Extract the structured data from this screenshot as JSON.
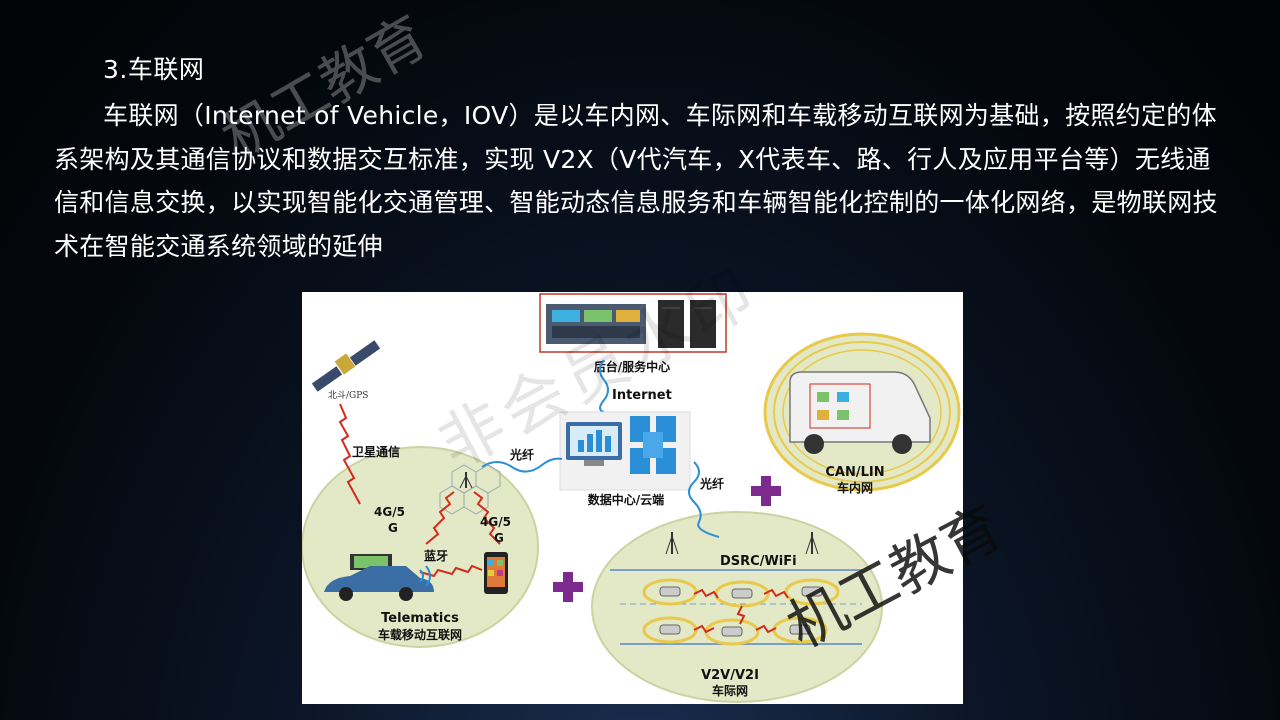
{
  "slide": {
    "heading": "3.车联网",
    "paragraph": "车联网（Internet of Vehicle，IOV）是以车内网、车际网和车载移动互联网为基础，按照约定的体系架构及其通信协议和数据交互标准，实现 V2X（V代汽车，X代表车、路、行人及应用平台等）无线通信和信息交换，以实现智能化交通管理、智能动态信息服务和车辆智能化控制的一体化网络，是物联网技术在智能交通系统领域的延伸"
  },
  "watermarks": {
    "top": "机工教育",
    "middle": "非会员水印",
    "bottom": "机工教育"
  },
  "diagram": {
    "backend_label": "后台/服务中心",
    "internet_label": "Internet",
    "datacenter_label": "数据中心/云端",
    "fiber_left_label": "光纤",
    "fiber_right_label": "光纤",
    "satellite_label": "北斗/GPS",
    "satellite_comm_label": "卫星通信",
    "cellular_left_label": "4G/5\nG",
    "cellular_right_label": "4G/5\nG",
    "bluetooth_label": "蓝牙",
    "telematics_title": "Telematics",
    "telematics_subtitle": "车载移动互联网",
    "dsrc_label": "DSRC/WiFi",
    "v2v_title": "V2V/V2I",
    "v2v_subtitle": "车际网",
    "can_title": "CAN/LIN",
    "can_subtitle": "车内网",
    "colors": {
      "plus": "#7d2a8f",
      "ellipse_fill": "#e3e8c6",
      "ring": "#e8c94a",
      "signal": "#d42a1a",
      "server": "#2a8fd6"
    }
  }
}
